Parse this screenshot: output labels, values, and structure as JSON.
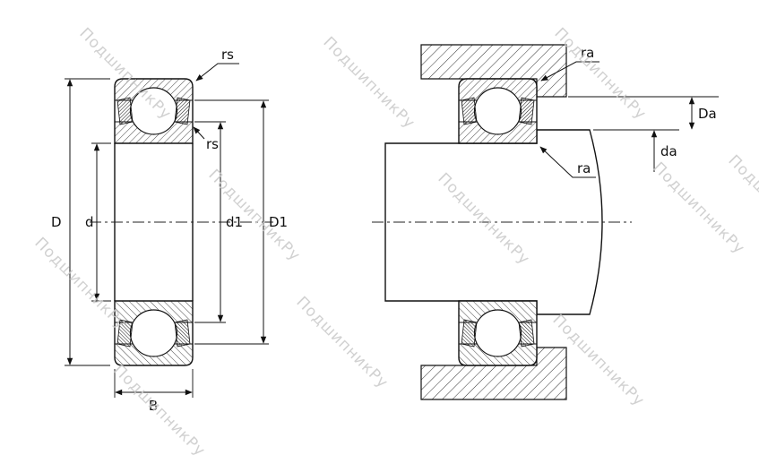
{
  "watermark": {
    "text": "ПодшипникРу",
    "color": "#c9c9c9"
  },
  "colors": {
    "line": "#111111",
    "background": "#ffffff",
    "hatch": "#333333"
  },
  "left_view": {
    "labels": {
      "rs_outer": "rs",
      "rs_inner": "rs",
      "D": "D",
      "d": "d",
      "d1": "d1",
      "D1": "D1",
      "B": "B"
    }
  },
  "right_view": {
    "labels": {
      "ra_housing": "ra",
      "ra_shaft": "ra",
      "Da": "Da",
      "da": "da"
    }
  }
}
